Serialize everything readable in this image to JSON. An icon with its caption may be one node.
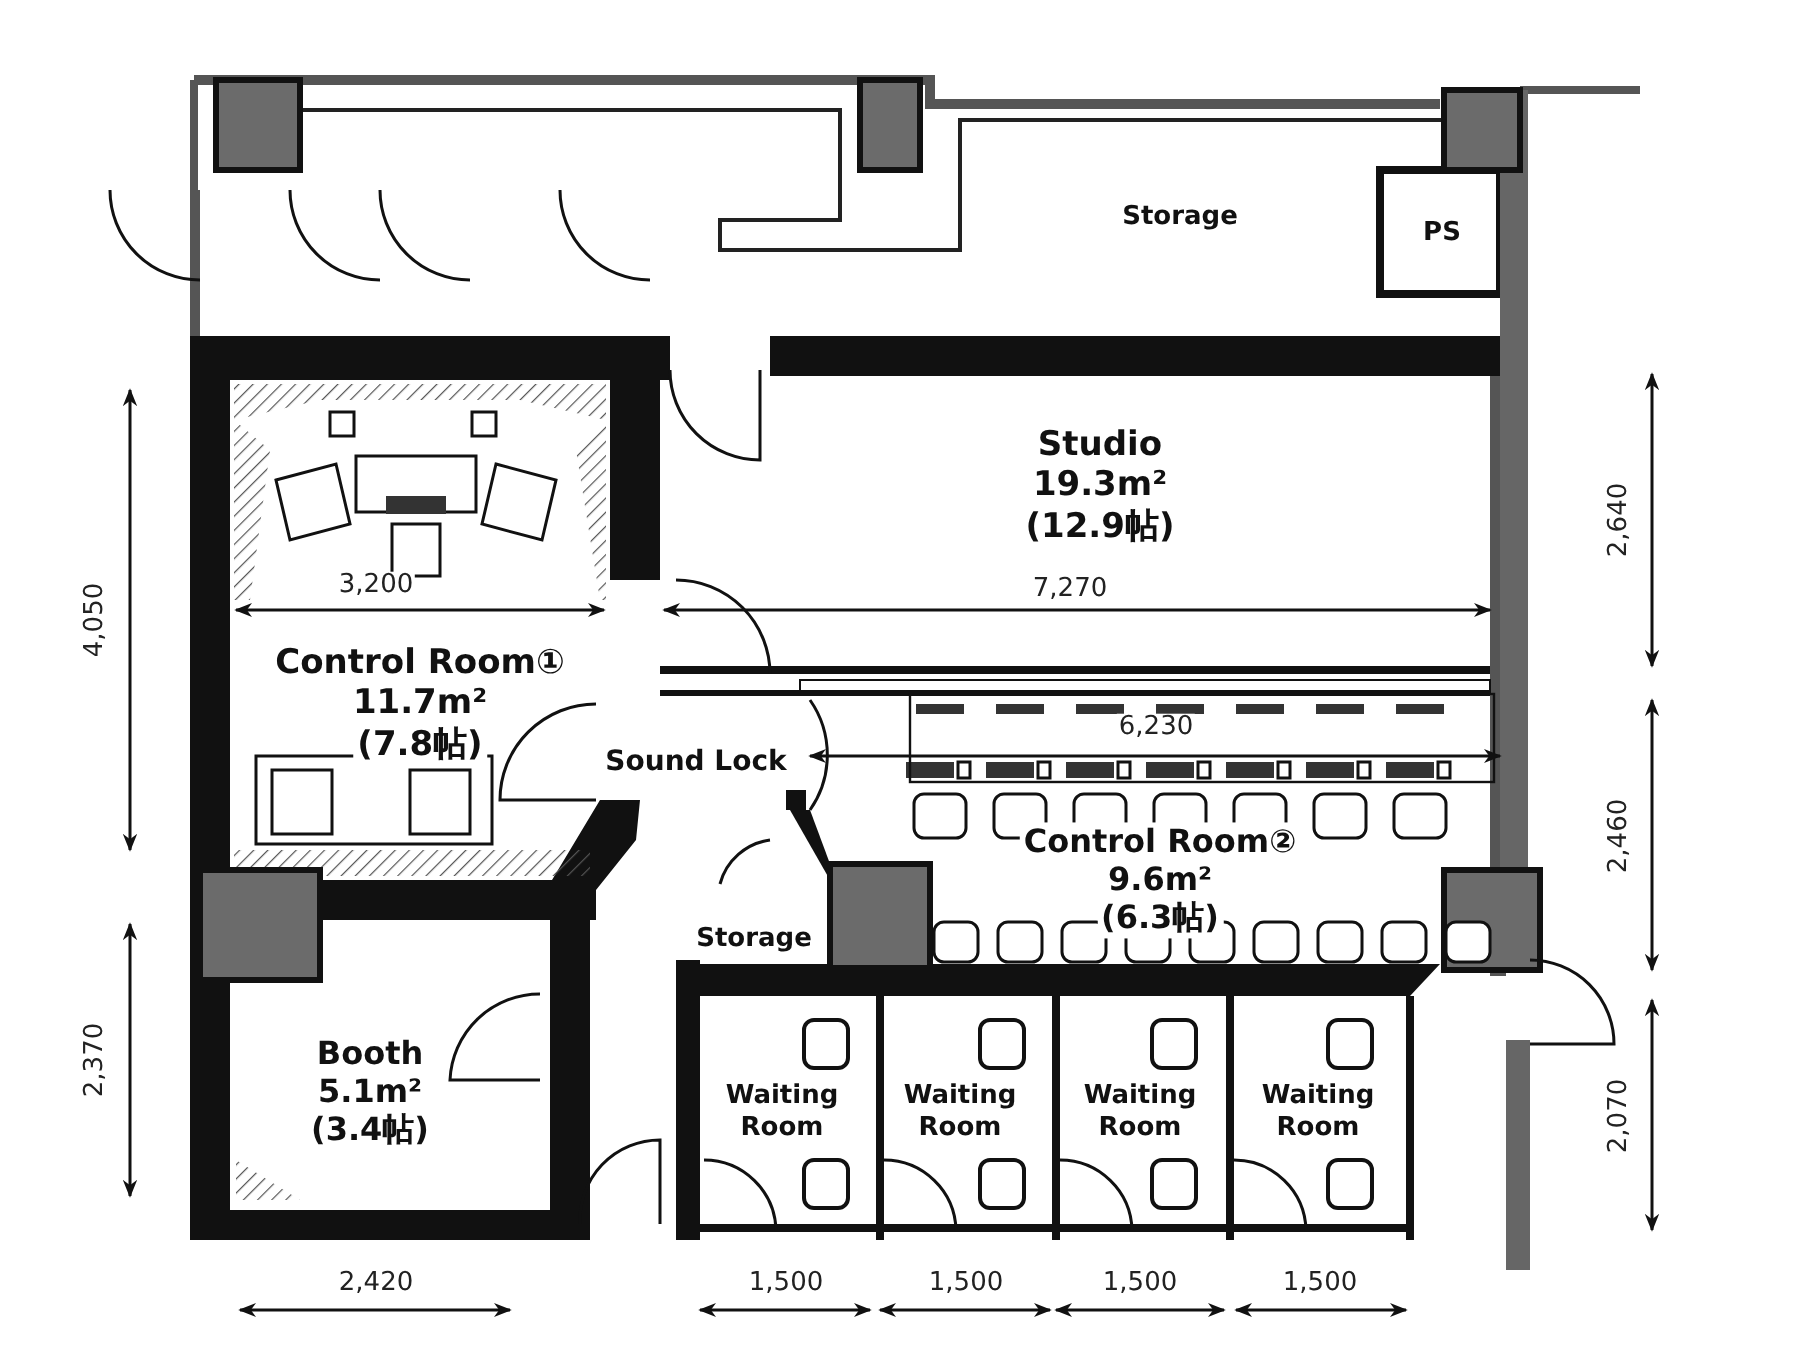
{
  "diagram": {
    "nodes": [
      {
        "text": [
          "Storage"
        ]
      },
      {
        "text": [
          "PS"
        ]
      },
      {
        "text": [
          "Studio",
          "19.3m²",
          "(12.9帖)"
        ]
      },
      {
        "text": [
          "Control Room①",
          "11.7m²",
          "(7.8帖)"
        ]
      },
      {
        "text": [
          "Sound Lock"
        ]
      },
      {
        "text": [
          "Control Room②",
          "9.6m²",
          "(6.3帖)"
        ]
      },
      {
        "text": [
          "Storage"
        ]
      },
      {
        "text": [
          "Booth",
          "5.1m²",
          "(3.4帖)"
        ]
      },
      {
        "text": [
          "Waiting Room"
        ]
      },
      {
        "text": [
          "Waiting Room"
        ]
      },
      {
        "text": [
          "Waiting Room"
        ]
      },
      {
        "text": [
          "Waiting Room"
        ]
      }
    ],
    "labels": [
      "2,640",
      "3,200",
      "7,270",
      "4,050",
      "6,230",
      "2,460",
      "2,370",
      "2,070",
      "2,420",
      "1,500",
      "1,500",
      "1,500",
      "1,500"
    ]
  }
}
